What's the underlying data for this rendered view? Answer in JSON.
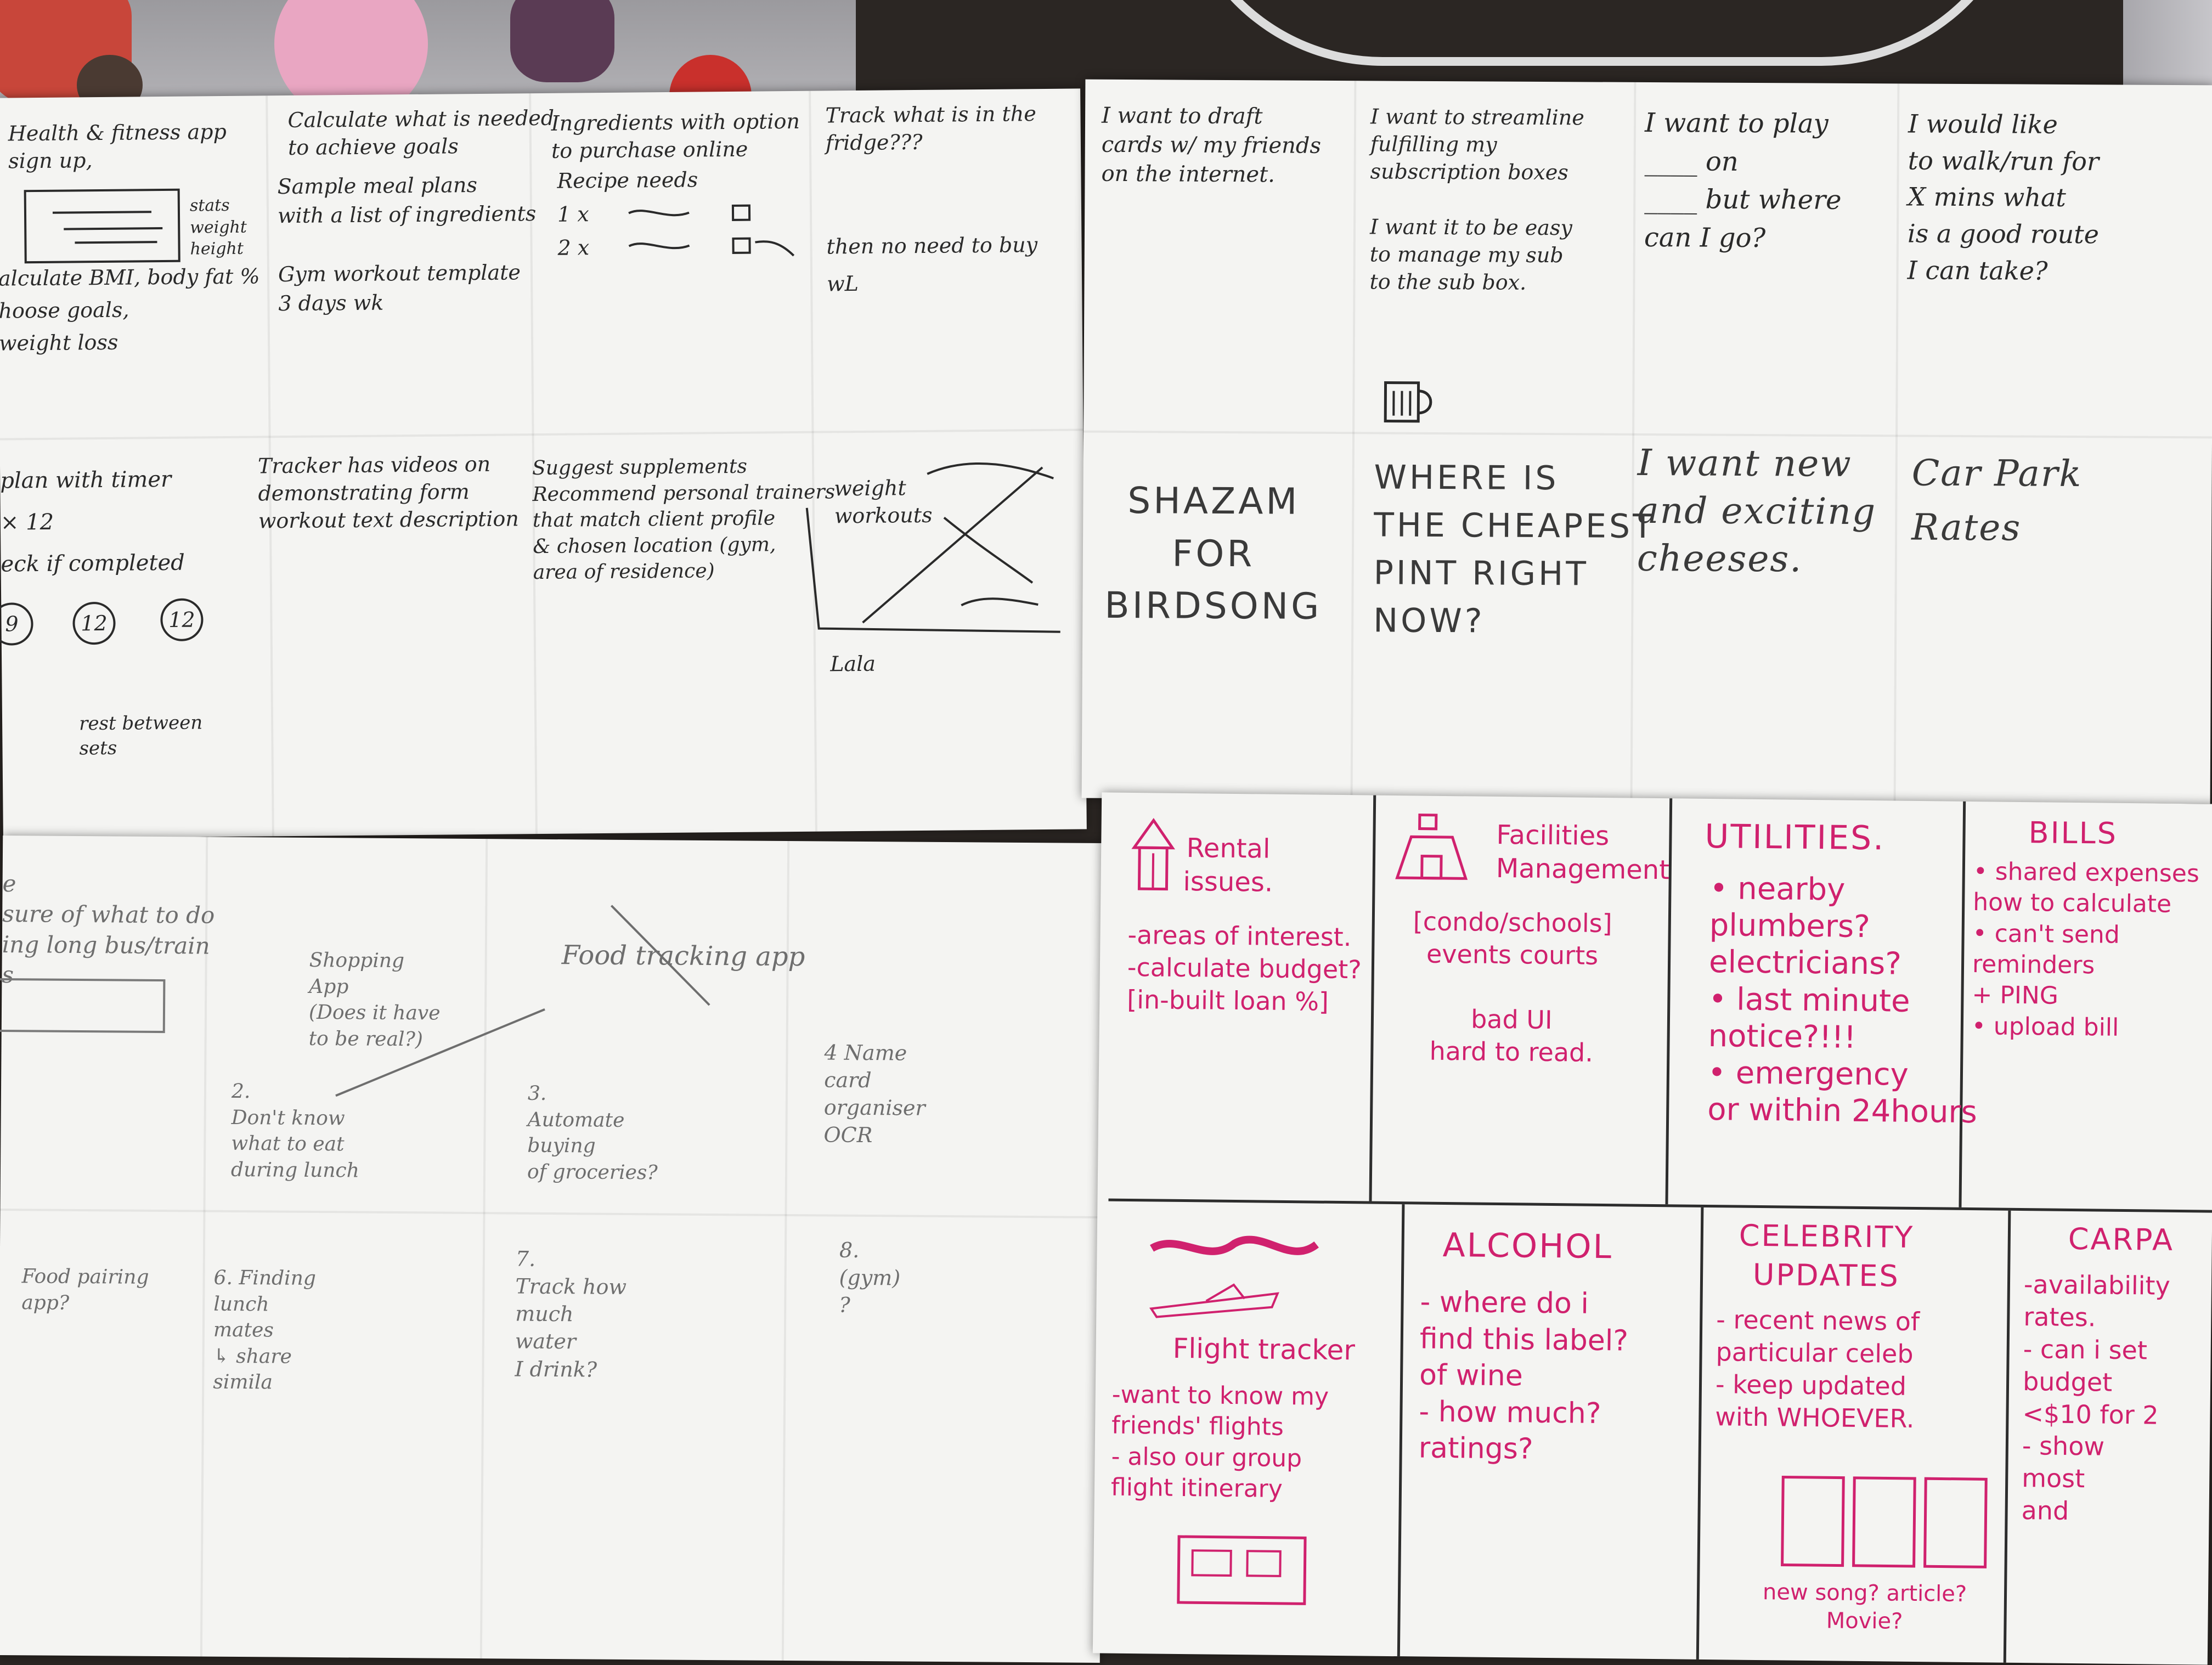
{
  "left_top_sheet": {
    "col1": {
      "header": "Health & fitness app\nsign up,",
      "side_labels": "stats\nweight\nheight",
      "body": "alculate BMI, body fat %\nhoose goals,\nweight loss"
    },
    "col2": {
      "header": "Calculate what is needed\nto achieve goals",
      "body": "Sample meal plans\nwith a list of ingredients\n\nGym workout template\n3 days wk"
    },
    "col3": {
      "header": "Ingredients with option\nto purchase online",
      "body": "Recipe needs\n1 x\n2 x"
    },
    "col4": {
      "header": "Track what is in the\nfridge???",
      "body": "then no need to buy\nwL"
    },
    "col5": {
      "body": "plan with timer\n× 12\neck if completed"
    },
    "circles": [
      "9",
      "12",
      "12"
    ],
    "rest": "rest between\nsets",
    "col6": {
      "body": "Tracker has videos on\ndemonstrating form\nworkout text description"
    },
    "col7": {
      "body": "Suggest supplements\nRecommend personal trainers\nthat match client profile\n& chosen location (gym,\narea of residence)"
    },
    "col8": {
      "axis": "weight\nworkouts",
      "foot": "Lala"
    }
  },
  "left_bottom_sheet": {
    "c1": "e\nsure of what to do\ning long bus/train\ns",
    "c2": "Shopping\nApp\n(Does it have\nto be real?)",
    "c3": "Food tracking app",
    "c4": "2.\nDon't know\nwhat to eat\nduring lunch",
    "c5": "3.\nAutomate\nbuying\nof groceries?",
    "c6": "4  Name\ncard\norganiser\nOCR",
    "c7": "Food pairing\napp?",
    "c8": "6.  Finding\nlunch\nmates\n↳ share\nsimila",
    "c9": "7.\nTrack how\nmuch\nwater\nI drink?",
    "c10": "8.\n(gym)\n?"
  },
  "right_top_sheet": {
    "q1": "I want to draft\ncards w/ my friends\non the internet.",
    "q2": "I want to streamline\nfulfilling my\nsubscription boxes\n\nI want it to be easy\nto manage my sub\nto the sub box.",
    "q3": "I want to play\n____ on\n____ but where\ncan I go?",
    "q4": "I would like\nto walk/run for\nX mins what\nis a good route\nI can take?",
    "b1": "SHAZAM\nFOR\nBIRDSONG",
    "b2": "WHERE IS\nTHE CHEAPEST\nPINT RIGHT\nNOW?",
    "b3": "I want new\nand exciting\ncheeses.",
    "b4": "Car Park\nRates"
  },
  "right_bottom_sheet": {
    "t1": {
      "title": "Rental\nissues.",
      "body": "-areas of interest.\n-calculate budget?\n[in-built loan %]"
    },
    "t2": {
      "title": "Facilities\nManagement",
      "body": "[condo/schools]\nevents courts\n\nbad UI\nhard to read."
    },
    "t3": {
      "title": "UTILITIES.",
      "body": "• nearby\nplumbers?\nelectricians?\n• last minute\nnotice?!!!\n• emergency\nor within 24hours"
    },
    "t4": {
      "title": "BILLS",
      "body": "• shared expenses\nhow to calculate\n• can't send\nreminders\n+ PING\n• upload bill"
    },
    "b1": {
      "title": "Flight tracker",
      "body": "-want to know my\nfriends' flights\n- also our group\nflight itinerary"
    },
    "b2": {
      "title": "ALCOHOL",
      "body": "- where do i\nfind this label?\nof wine\n- how much?\nratings?"
    },
    "b3": {
      "title": "CELEBRITY\nUPDATES",
      "body": "- recent news of\nparticular celeb\n- keep updated\nwith WHOEVER.",
      "foot": "new song? article?\nMovie?"
    },
    "b4": {
      "title": "CARPA",
      "body": "-availability\nrates.\n- can i set\nbudget\n<$10 for 2\n- show\nmost\nand"
    }
  },
  "colors": {
    "pink_marker": "#d0216e",
    "paper": "#f4f4f2",
    "table": "#2b2623"
  }
}
